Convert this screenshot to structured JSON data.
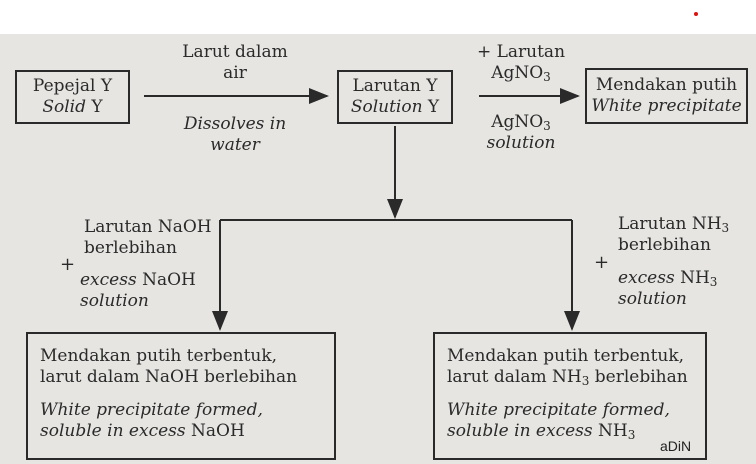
{
  "solid_box": {
    "line1": "Pepejal Y",
    "line2_italic": "Solid",
    "line2_rest": " Y"
  },
  "dissolve_label": {
    "malay_line1": "Larut dalam",
    "malay_line2": "air",
    "english_line1": "Dissolves in",
    "english_line2": "water"
  },
  "solution_box": {
    "line1": "Larutan Y",
    "line2_italic": "Solution",
    "line2_rest": " Y"
  },
  "agno3_label": {
    "line1": "+ Larutan",
    "line2_main": "AgNO",
    "line2_sub": "3",
    "line3_main": "AgNO",
    "line3_sub": "3",
    "line4": "solution"
  },
  "white_ppt_box": {
    "line1": "Mendakan putih",
    "line2": "White precipitate"
  },
  "naoh_label": {
    "line1": "Larutan NaOH",
    "line2": "berlebihan",
    "plus": "+",
    "line3_italic": "excess",
    "line3_rest": " NaOH",
    "line4": "solution"
  },
  "nh3_label": {
    "line1_main": "Larutan NH",
    "line1_sub": "3",
    "line2": "berlebihan",
    "plus": "+",
    "line3_italic": "excess",
    "line3_main": " NH",
    "line3_sub": "3",
    "line4": "solution"
  },
  "naoh_result_box": {
    "line1": "Mendakan putih terbentuk,",
    "line2": "larut dalam NaOH berlebihan",
    "line3": "White precipitate formed,",
    "line4_italic": "soluble in excess",
    "line4_rest": " NaOH"
  },
  "nh3_result_box": {
    "line1": "Mendakan putih terbentuk,",
    "line2_main": "larut dalam NH",
    "line2_sub": "3",
    "line2_rest": " berlebihan",
    "line3": "White precipitate formed,",
    "line4_italic": "soluble in excess",
    "line4_main": " NH",
    "line4_sub": "3"
  },
  "signature": "aDiN"
}
